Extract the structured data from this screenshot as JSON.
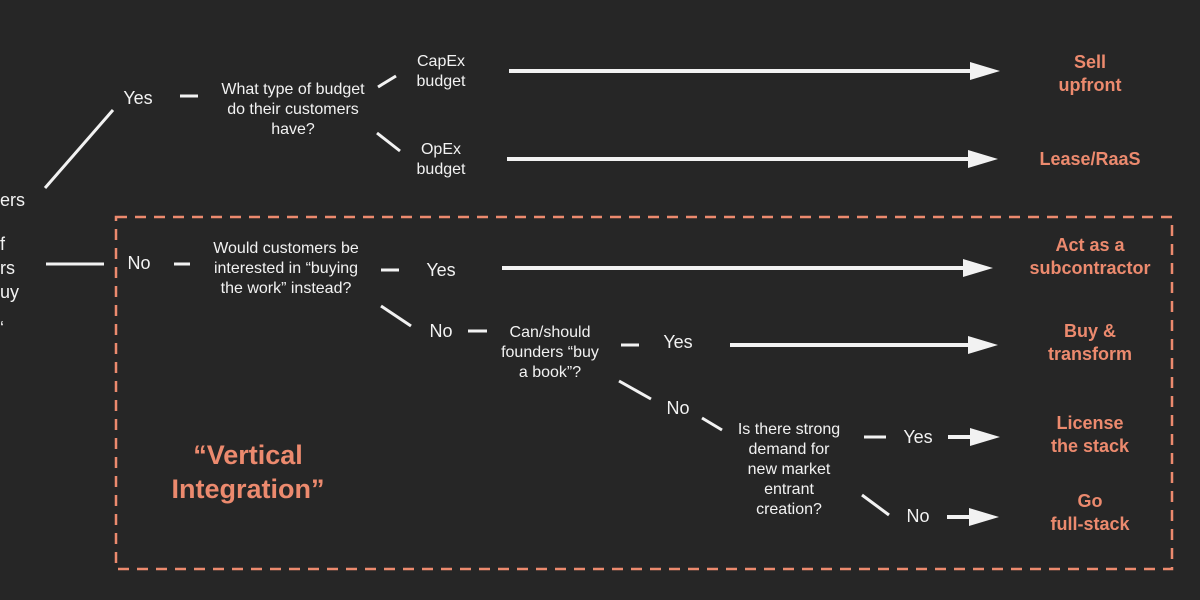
{
  "left_fragments": [
    "ers",
    "f",
    "rs",
    "uy",
    "‘"
  ],
  "nodes": {
    "yes1": "Yes",
    "q_budget": "What type of budget\ndo their customers\nhave?",
    "capex": "CapEx\nbudget",
    "opex": "OpEx\nbudget",
    "no1": "No",
    "q_buying_work": "Would customers be\ninterested in “buying\nthe work” instead?",
    "yes2": "Yes",
    "no2": "No",
    "q_buy_book": "Can/should\nfounders “buy\na book”?",
    "yes3": "Yes",
    "no3": "No",
    "q_demand": "Is there strong\ndemand for\nnew market\nentrant\ncreation?",
    "yes4": "Yes",
    "no4": "No"
  },
  "outcomes": {
    "sell_upfront": "Sell\nupfront",
    "lease_raas": "Lease/RaaS",
    "subcontractor": "Act as a\nsubcontractor",
    "buy_transform": "Buy &\ntransform",
    "license_stack": "License\nthe stack",
    "full_stack": "Go\nfull-stack"
  },
  "region_label": "“Vertical\nIntegration”",
  "colors": {
    "background": "#262626",
    "text": "#f2f2f2",
    "accent": "#ec8a6e"
  }
}
